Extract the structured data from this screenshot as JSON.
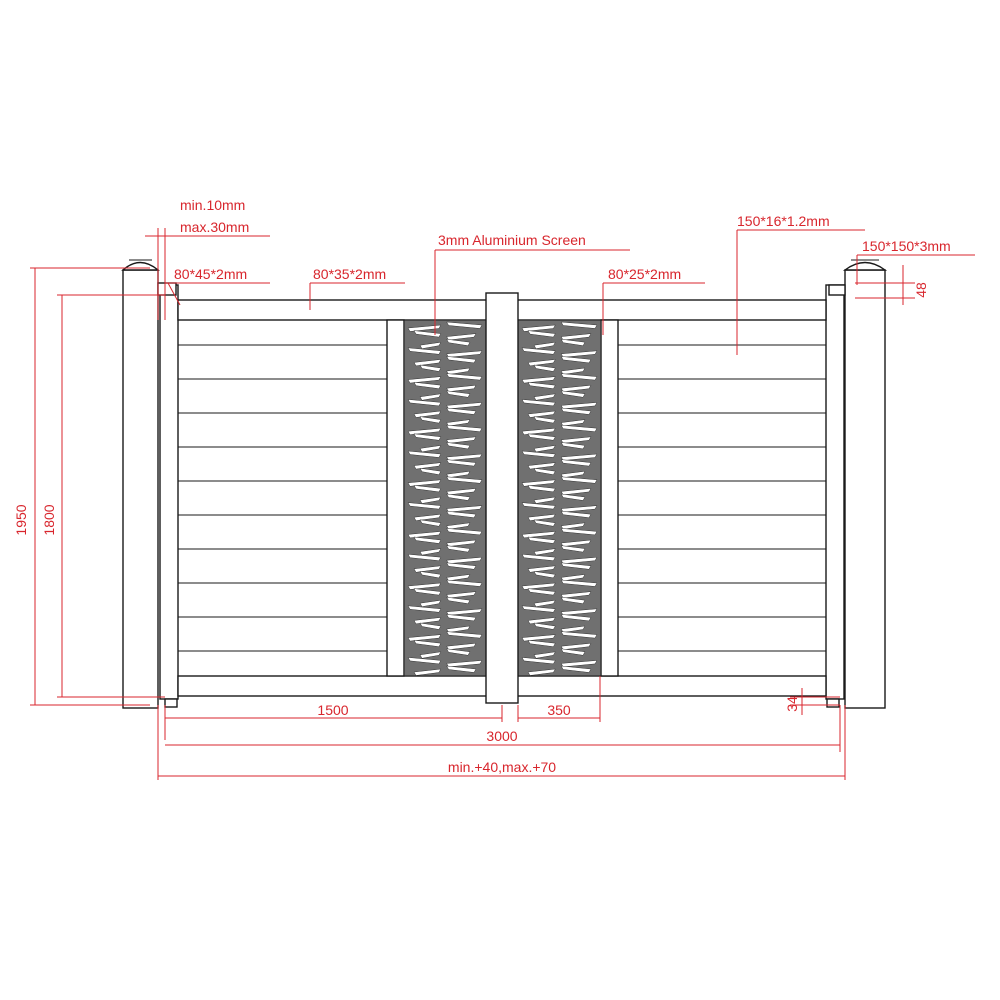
{
  "drawing": {
    "labels": {
      "min_gap": "min.10mm",
      "max_gap": "max.30mm",
      "hinge_post": "80*45*2mm",
      "frame": "80*35*2mm",
      "screen": "3mm Aluminium Screen",
      "slat": "150*16*1.2mm",
      "post": "150*150*3mm",
      "center_stile": "80*25*2mm",
      "cap_height": "48",
      "overall_height": "1950",
      "gate_height": "1800",
      "leaf_width": "1500",
      "screen_width": "350",
      "ground_clearance": "34",
      "total_width": "3000",
      "tolerance": "min.+40,max.+70"
    },
    "colors": {
      "dimension": "#d8262d",
      "outline": "#1a1a1a",
      "screen_fill": "#707070"
    }
  }
}
